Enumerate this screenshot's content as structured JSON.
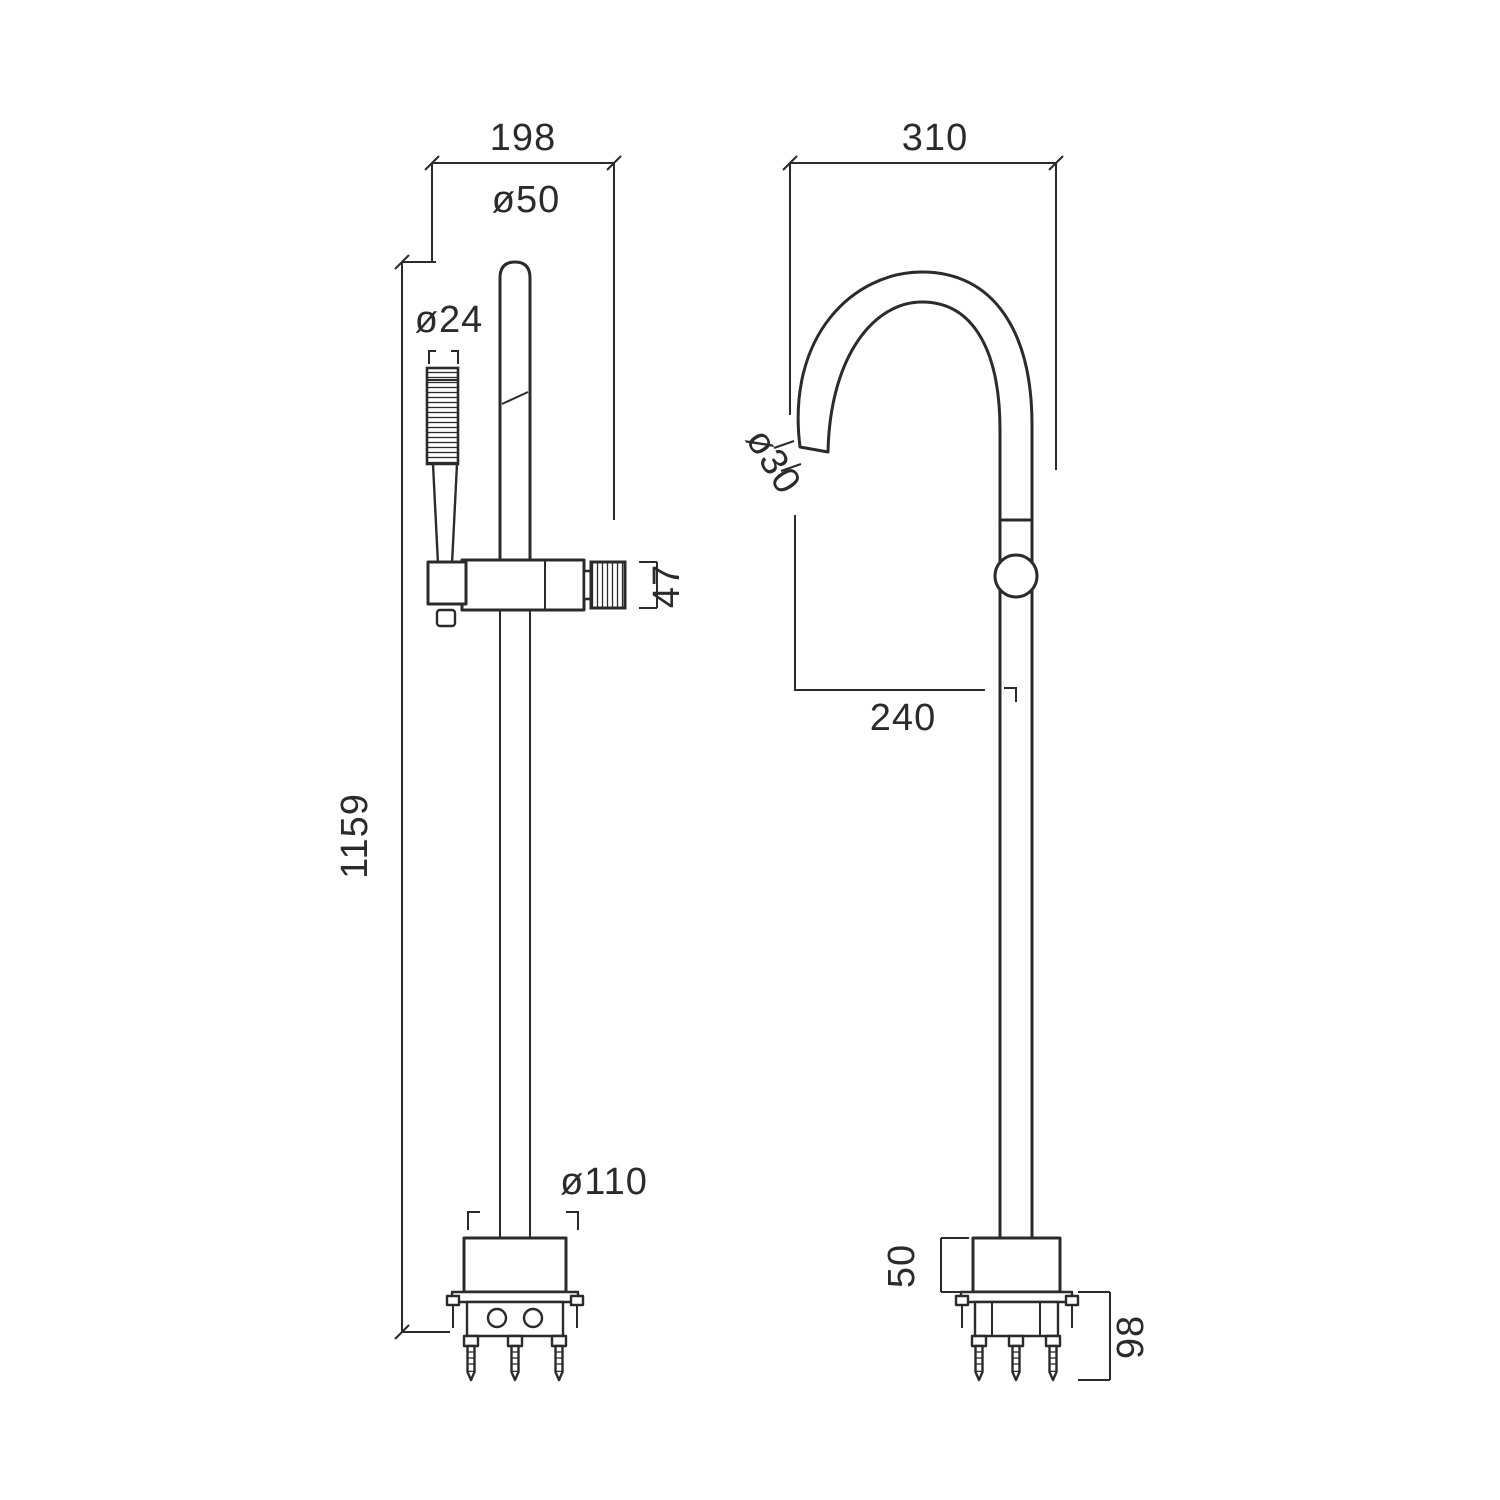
{
  "drawing": {
    "background": "#ffffff",
    "line_color": "#2b2b2b",
    "left_view": {
      "overall_width": "198",
      "riser_diameter": "ø50",
      "handset_diameter": "ø24",
      "handle_depth": "47",
      "overall_height": "1159",
      "base_diameter": "ø110"
    },
    "right_view": {
      "overall_width": "310",
      "spout_diameter": "ø30",
      "spout_projection": "240",
      "base_height": "50",
      "underfloor_depth": "98"
    }
  }
}
